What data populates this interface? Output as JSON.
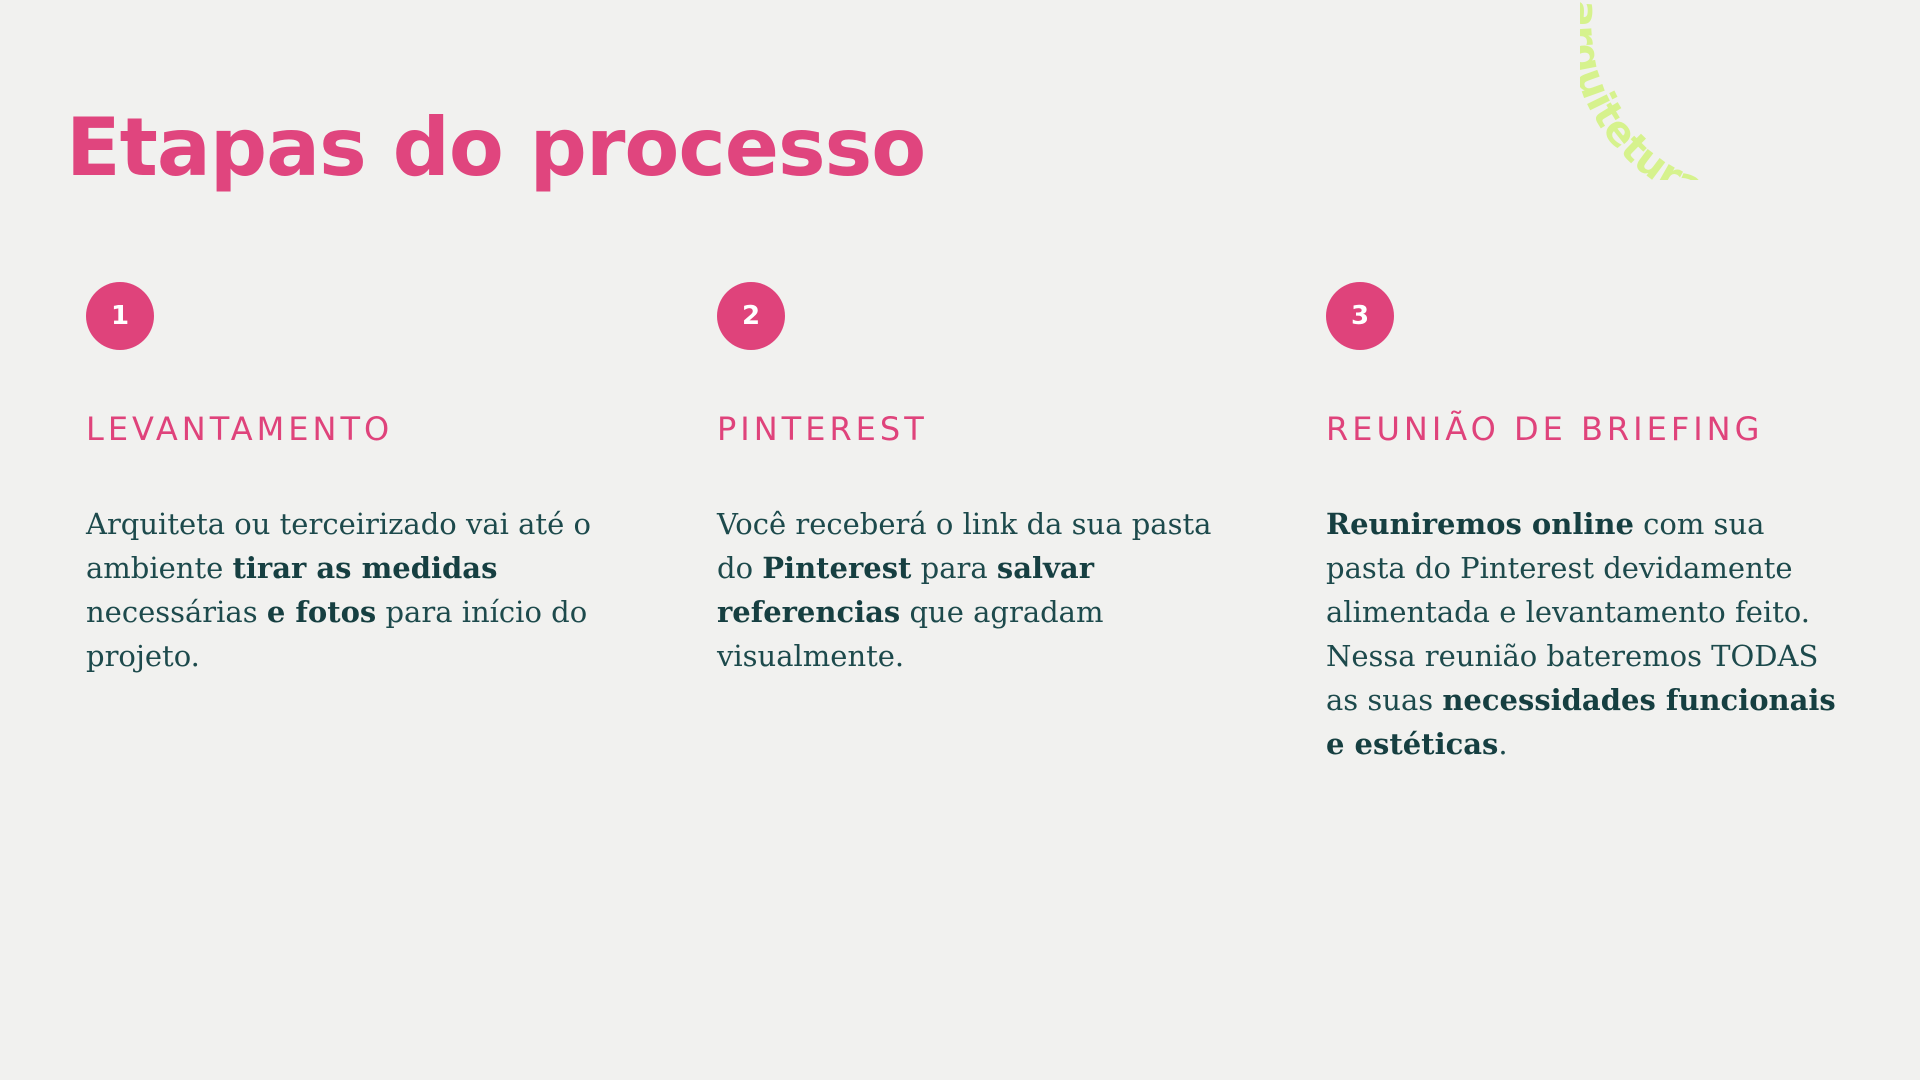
{
  "page": {
    "title": "Etapas do processo",
    "decorative_text": "i arquitetura • co"
  },
  "steps": [
    {
      "number": "1",
      "heading": "LEVANTAMENTO",
      "body": [
        {
          "text": "Arquiteta ou terceirizado vai até o ambiente ",
          "bold": false
        },
        {
          "text": "tirar as medidas",
          "bold": true
        },
        {
          "text": " necessárias ",
          "bold": false
        },
        {
          "text": "e fotos",
          "bold": true
        },
        {
          "text": " para início do projeto.",
          "bold": false
        }
      ]
    },
    {
      "number": "2",
      "heading": "PINTEREST",
      "body": [
        {
          "text": "Você receberá o link da sua pasta do ",
          "bold": false
        },
        {
          "text": "Pinterest",
          "bold": true
        },
        {
          "text": " para ",
          "bold": false
        },
        {
          "text": "salvar referencias",
          "bold": true
        },
        {
          "text": " que agradam visualmente.",
          "bold": false
        }
      ]
    },
    {
      "number": "3",
      "heading": "REUNIÃO DE BRIEFING",
      "body": [
        {
          "text": "Reuniremos online",
          "bold": true
        },
        {
          "text": " com sua pasta do Pinterest devidamente alimentada e levantamento feito. Nessa reunião bateremos TODAS as suas ",
          "bold": false
        },
        {
          "text": "necessidades funcionais e estéticas",
          "bold": true
        },
        {
          "text": ".",
          "bold": false
        }
      ]
    }
  ],
  "colors": {
    "background": "#f1f1ef",
    "accent_pink": "#df437b",
    "body_text": "#1d4a4c",
    "decorative_lime": "#d6f28d"
  }
}
